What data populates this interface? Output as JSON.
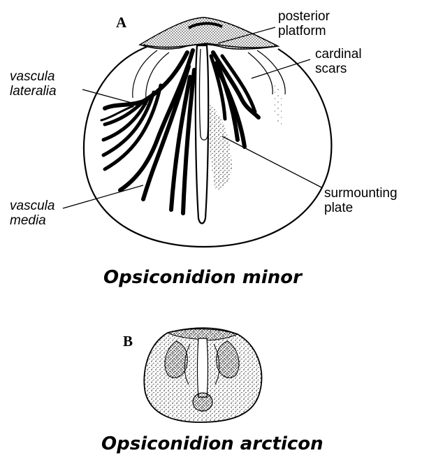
{
  "panel_a": {
    "letter": "A",
    "species_name": "Opsiconidion minor",
    "labels": {
      "posterior_platform": [
        "posterior",
        "platform"
      ],
      "cardinal_scars": [
        "cardinal",
        "scars"
      ],
      "vascula_lateralia": [
        "vascula",
        "lateralia"
      ],
      "vascula_media": [
        "vascula",
        "media"
      ],
      "surmounting_plate": [
        "surmounting",
        "plate"
      ]
    }
  },
  "panel_b": {
    "letter": "B",
    "species_name": "Opsiconidion arcticon"
  }
}
